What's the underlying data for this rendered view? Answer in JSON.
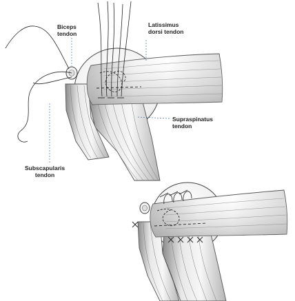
{
  "labels": {
    "biceps": "Biceps\ntendon",
    "latissimus": "Latissimus\ndorsi tendon",
    "supraspinatus": "Supraspinatus\ntendon",
    "subscapularis": "Subscapularis\ntendon"
  },
  "colors": {
    "ink": "#333333",
    "tendon_light": "#f2f2f2",
    "tendon_mid": "#cfcfcf",
    "tendon_dark": "#9a9a9a",
    "leader": "#4a6fa5"
  }
}
